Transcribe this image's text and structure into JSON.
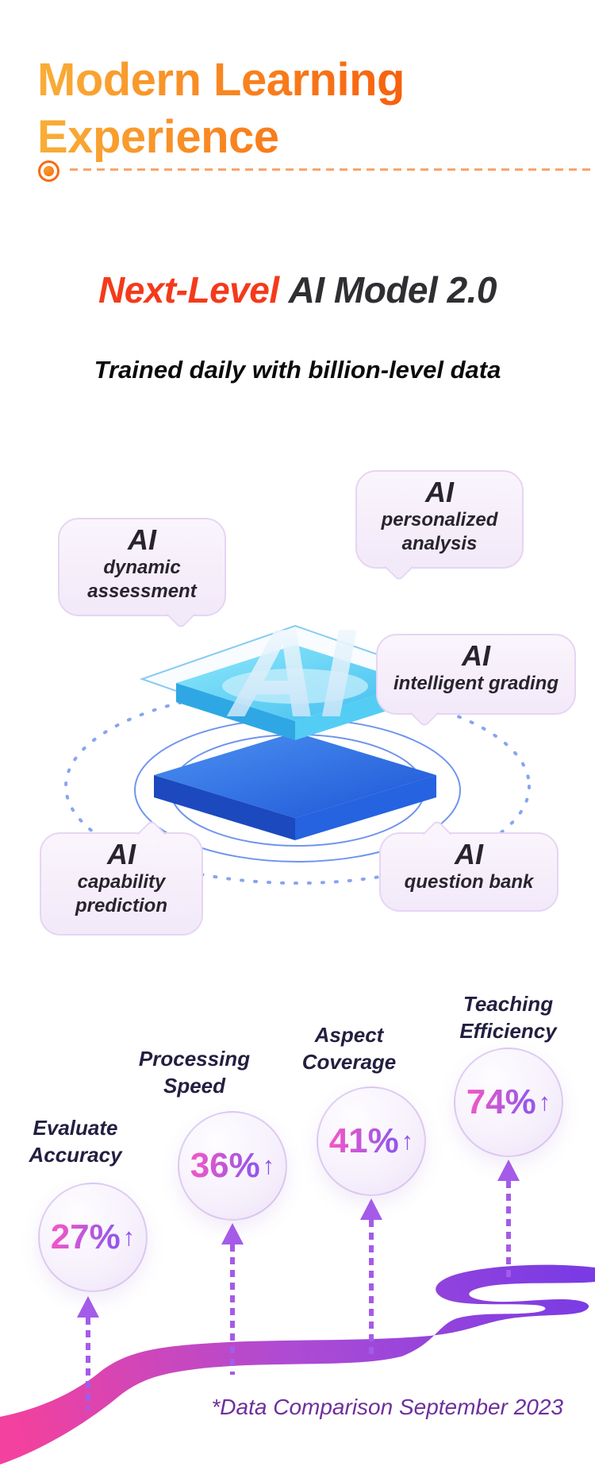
{
  "title": {
    "line1": "Modern Learning",
    "line2": "Experience"
  },
  "section": {
    "heading_accent": "Next-Level",
    "heading_rest": "AI Model 2.0",
    "subheading": "Trained daily with billion-level data"
  },
  "illustration": {
    "core_label": "AI",
    "bubbles": {
      "dynamic": {
        "title": "AI",
        "line1": "dynamic",
        "line2": "assessment"
      },
      "personalized": {
        "title": "AI",
        "line1": "personalized",
        "line2": "analysis"
      },
      "grading": {
        "title": "AI",
        "line1": "intelligent grading"
      },
      "capability": {
        "title": "AI",
        "line1": "capability",
        "line2": "prediction"
      },
      "question": {
        "title": "AI",
        "line1": "question bank"
      }
    }
  },
  "stats": [
    {
      "label1": "Evaluate",
      "label2": "Accuracy",
      "value": "27%",
      "arrow": "↑"
    },
    {
      "label1": "Processing",
      "label2": "Speed",
      "value": "36%",
      "arrow": "↑"
    },
    {
      "label1": "Aspect",
      "label2": "Coverage",
      "value": "41%",
      "arrow": "↑"
    },
    {
      "label1": "Teaching",
      "label2": "Efficiency",
      "value": "74%",
      "arrow": "↑"
    }
  ],
  "footnote": "*Data Comparison September 2023",
  "colors": {
    "title_gradient_start": "#F9AE37",
    "title_gradient_end": "#F8600C",
    "accent_red": "#F43A1B",
    "heading_dark": "#2E2E33",
    "divider_orange": "#F9A46A",
    "bubble_bg": "#F7EFFB",
    "bubble_border": "#E6D5F4",
    "stat_value_start": "#EE57C8",
    "stat_value_end": "#9757E8",
    "arrow_purple": "#A45BE8",
    "road_pink": "#F2419E",
    "road_purple": "#7B3BE4",
    "footnote_purple": "#6E2F9C",
    "platform_cyan": "#49C0F0",
    "platform_blue": "#1D55D6"
  }
}
